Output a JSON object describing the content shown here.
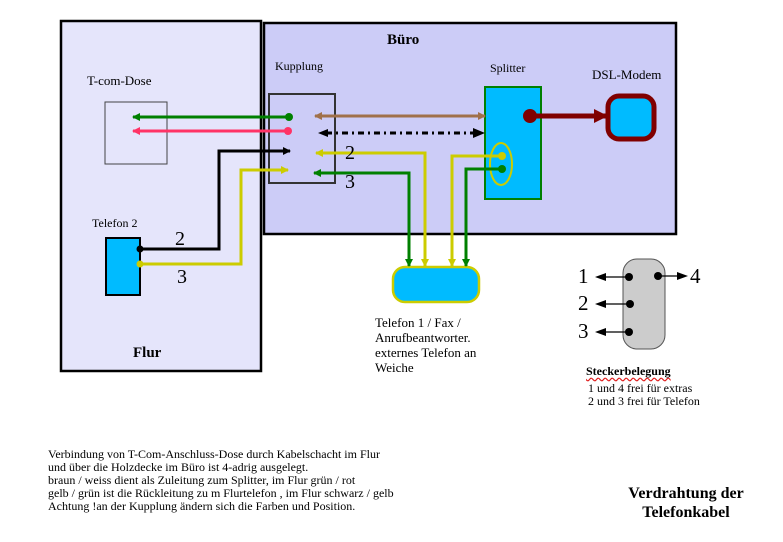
{
  "rooms": {
    "flur": "Flur",
    "buero": "Büro"
  },
  "components": {
    "tcom_dose": "T-com-Dose",
    "kupplung": "Kupplung",
    "splitter": "Splitter",
    "dsl_modem": "DSL-Modem",
    "telefon2": "Telefon 2",
    "telefon1": [
      "Telefon 1 / Fax /",
      "Anrufbeantworter.",
      "externes Telefon an",
      "Weiche"
    ]
  },
  "wire_numbers": {
    "kupplung_2": "2",
    "kupplung_3": "3",
    "telefon2_2": "2",
    "telefon2_3": "3"
  },
  "wire_colors": {
    "green": "#008000",
    "red": "#ff3366",
    "black": "#000000",
    "yellow": "#cccc00",
    "brown": "#a0704a",
    "dark_red": "#800000",
    "cyan": "#00bbff"
  },
  "pinout": {
    "pins": [
      "1",
      "2",
      "3",
      "4"
    ],
    "title": "Steckerbelegung",
    "lines": [
      "1 und 4 frei für extras",
      "2 und 3 frei für Telefon"
    ]
  },
  "description": [
    "Verbindung von T-Com-Anschluss-Dose durch Kabelschacht im Flur",
    "und über die Holzdecke im Büro ist 4-adrig ausgelegt.",
    "braun / weiss dient als Zuleitung zum Splitter, im Flur grün / rot",
    "gelb / grün ist die Rückleitung zu m Flurtelefon , im Flur schwarz / gelb",
    "Achtung !an der Kupplung ändern sich die Farben und Position."
  ],
  "title": [
    "Verdrahtung der",
    "Telefonkabel"
  ]
}
